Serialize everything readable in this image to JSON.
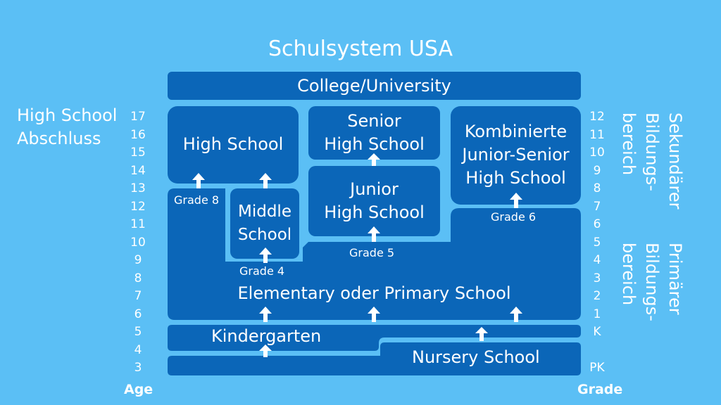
{
  "title": "Schulsystem USA",
  "boxes": {
    "college": "College/University",
    "high_school": "High School",
    "senior_high": [
      "Senior",
      "High School"
    ],
    "kombiniert": [
      "Kombinierte",
      "Junior-Senior",
      "High School"
    ],
    "middle": [
      "Middle",
      "School"
    ],
    "junior_high": [
      "Junior",
      "High School"
    ],
    "elementary": "Elementary oder Primary School",
    "kindergarten": "Kindergarten",
    "nursery": "Nursery School"
  },
  "grade_labels": {
    "grade8": "Grade 8",
    "grade4": "Grade 4",
    "grade5": "Grade 5",
    "grade6": "Grade 6"
  },
  "left_caption": [
    "High School",
    "Abschluss"
  ],
  "ages": [
    "17",
    "16",
    "15",
    "14",
    "13",
    "12",
    "11",
    "10",
    "9",
    "8",
    "7",
    "6",
    "5",
    "4",
    "3"
  ],
  "grades": [
    "12",
    "11",
    "10",
    "9",
    "8",
    "7",
    "6",
    "5",
    "4",
    "3",
    "2",
    "1",
    "K",
    "",
    "PK"
  ],
  "axis_age": "Age",
  "axis_grade": "Grade",
  "sekundaer": [
    "Sekundärer",
    "Bildungs-",
    "bereich"
  ],
  "primaer": [
    "Primärer",
    "Bildungs-",
    "bereich"
  ],
  "colors": {
    "background": "#5bbff5",
    "box": "#0b66b8",
    "text": "#ffffff"
  }
}
